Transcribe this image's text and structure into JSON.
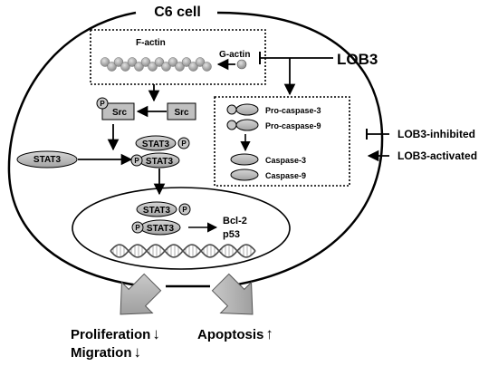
{
  "title": "C6 cell",
  "drug": "LOB3",
  "factin": {
    "factin_label": "F-actin",
    "gactin_label": "G-actin"
  },
  "src": {
    "src_label": "Src",
    "p_label": "P"
  },
  "stat3": {
    "stat3_label": "STAT3",
    "p_label": "P"
  },
  "caspase": {
    "pro3": "Pro-caspase-3",
    "pro9": "Pro-caspase-9",
    "casp3": "Caspase-3",
    "casp9": "Caspase-9"
  },
  "nucleus": {
    "bcl2": "Bcl-2",
    "p53": "p53"
  },
  "legend": {
    "inhibited": "LOB3-inhibited",
    "activated": "LOB3-activated"
  },
  "outcomes": {
    "proliferation": "Proliferation",
    "migration": "Migration",
    "apoptosis": "Apoptosis",
    "down": "↓",
    "up": "↑"
  },
  "colors": {
    "shape_gray": "#b9b9b9",
    "bead_gray": "#9c9c9c",
    "arrow_gray": "#a9a9a9",
    "ink": "#000000"
  }
}
